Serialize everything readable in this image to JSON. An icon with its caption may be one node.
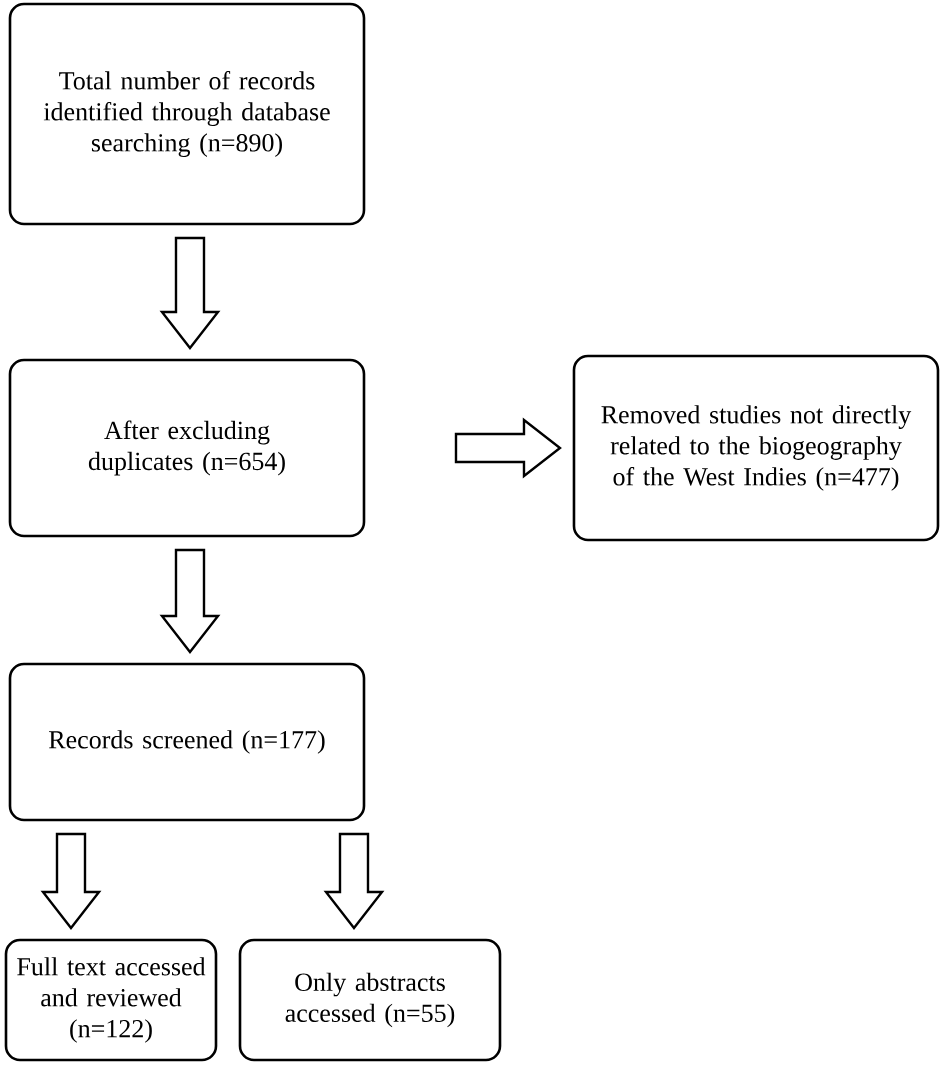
{
  "diagram": {
    "nodes": [
      {
        "text": [
          "Total number of records identified through database searching (n=890)"
        ]
      },
      {
        "text": [
          "After excluding duplicates (n=654)"
        ]
      },
      {
        "text": [
          "Removed studies not directly related to the biogeography of the West Indies (n=477)"
        ]
      },
      {
        "text": [
          "Records screened (n=177)"
        ]
      },
      {
        "text": [
          "Full text accessed and reviewed (n=122)"
        ]
      },
      {
        "text": [
          "Only abstracts accessed (n=55)"
        ]
      }
    ],
    "edges": [
      {
        "from": 0,
        "to": 1,
        "arrow": "to"
      },
      {
        "from": 1,
        "to": 2,
        "arrow": "to"
      },
      {
        "from": 1,
        "to": 3,
        "arrow": "to"
      },
      {
        "from": 3,
        "to": 4,
        "arrow": "to"
      },
      {
        "from": 3,
        "to": 5,
        "arrow": "to"
      }
    ]
  }
}
